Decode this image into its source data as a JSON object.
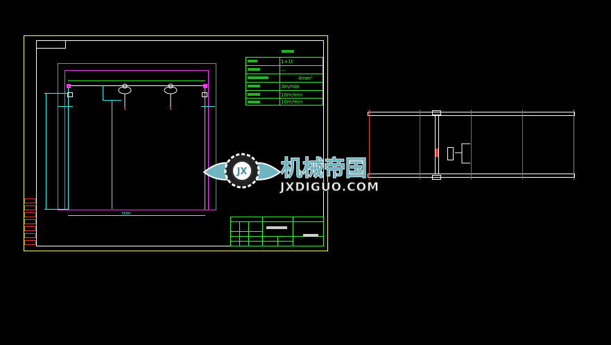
{
  "params_table": {
    "values": [
      "1+1t",
      "—",
      "4mm²",
      "3m/min",
      "10m/min",
      "10m/min"
    ]
  },
  "dimensions": {
    "span": "5000"
  },
  "watermark": {
    "emblem": "JX",
    "title_cn": "机械帝国",
    "site": "JXDIGUO.COM"
  },
  "colors": {
    "background": "#000000",
    "frame": "#ffff66",
    "border": "#ffffff",
    "magenta": "#ff33ff",
    "cyan": "#33ffff",
    "green": "#33ff33",
    "red": "#ff3333"
  }
}
